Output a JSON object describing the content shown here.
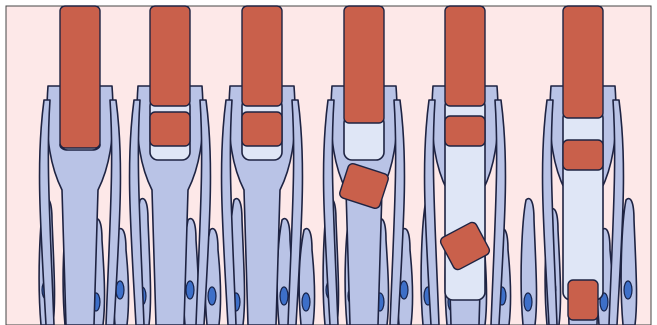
{
  "figure": {
    "colors": {
      "background": "#fde8e8",
      "cell_fill": "#b9c3e6",
      "lumen_fill": "#dfe6f6",
      "hair_fill": "#c9604b",
      "nucleus_fill": "#3d6fc8",
      "outline": "#1e2342"
    },
    "stages": [
      {
        "stage": 1,
        "club_hair_segments": 0
      },
      {
        "stage": 2,
        "club_hair_segments": 1
      },
      {
        "stage": 3,
        "club_hair_segments": 1
      },
      {
        "stage": 4,
        "club_hair_segments": 1
      },
      {
        "stage": 5,
        "club_hair_segments": 2
      },
      {
        "stage": 6,
        "club_hair_segments": 2
      }
    ]
  }
}
